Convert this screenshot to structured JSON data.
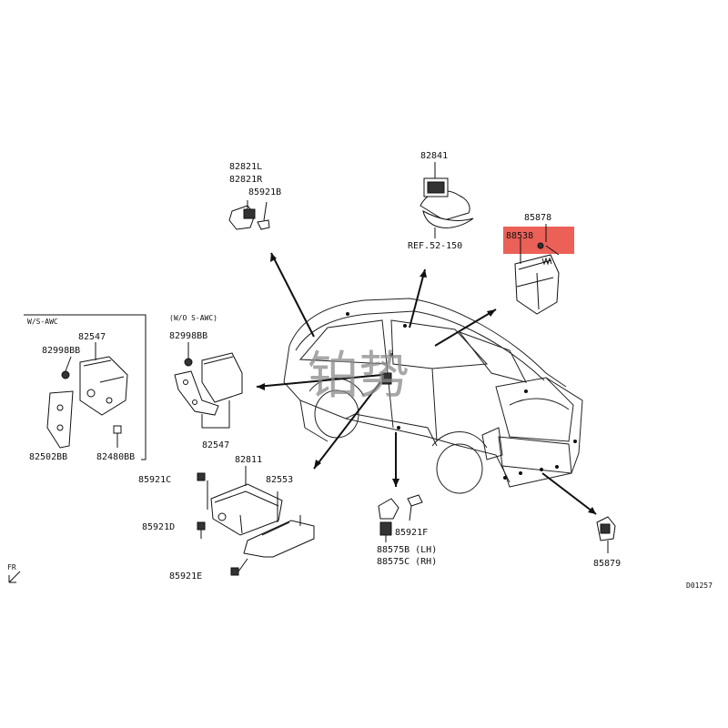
{
  "labels": {
    "p82821l": "82821L",
    "p82821r": "82821R",
    "p85921b": "85921B",
    "p82841": "82841",
    "ref52150": "REF.52-150",
    "p85878": "85878",
    "p88538": "88538",
    "ws_awc": "W/S-AWC",
    "p82547_a": "82547",
    "p82998bb_a": "82998BB",
    "p82502bb": "82502BB",
    "p82480bb": "82480BB",
    "wo_s_awc": "(W/O S-AWC)",
    "p82998bb_b": "82998BB",
    "p82547_b": "82547",
    "p82811": "82811",
    "p85921c": "85921C",
    "p82553": "82553",
    "p85921d": "85921D",
    "p85921e": "85921E",
    "p85921f": "85921F",
    "p88575b": "88575B (LH)",
    "p88575c": "88575C (RH)",
    "p85879": "85879",
    "fr": "FR",
    "diagram_code": "D01257",
    "watermark": "铂势"
  },
  "highlight": {
    "color": "#e8443a",
    "target": "88538"
  }
}
